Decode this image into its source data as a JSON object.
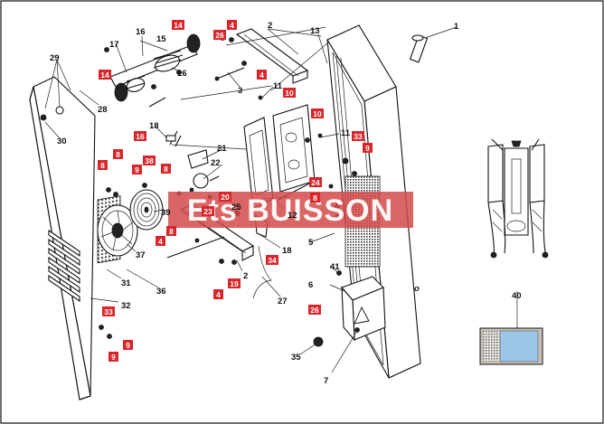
{
  "watermark": {
    "text": "Ets BUISSON",
    "color": "#d44a4a"
  },
  "highlight_color": "#d8262b",
  "labels": [
    {
      "id": "l1",
      "text": "1"
    },
    {
      "id": "l2a",
      "text": "2"
    },
    {
      "id": "l2b",
      "text": "2"
    },
    {
      "id": "l3",
      "text": "3"
    },
    {
      "id": "l5",
      "text": "5"
    },
    {
      "id": "l6",
      "text": "6"
    },
    {
      "id": "l7",
      "text": "7"
    },
    {
      "id": "l11a",
      "text": "11"
    },
    {
      "id": "l11b",
      "text": "11"
    },
    {
      "id": "l12",
      "text": "12"
    },
    {
      "id": "l13",
      "text": "13"
    },
    {
      "id": "l15",
      "text": "15"
    },
    {
      "id": "l16a",
      "text": "16"
    },
    {
      "id": "l16b",
      "text": "16"
    },
    {
      "id": "l17",
      "text": "17"
    },
    {
      "id": "l18a",
      "text": "18"
    },
    {
      "id": "l18b",
      "text": "18"
    },
    {
      "id": "l21",
      "text": "21"
    },
    {
      "id": "l22",
      "text": "22"
    },
    {
      "id": "l25",
      "text": "25"
    },
    {
      "id": "l27",
      "text": "27"
    },
    {
      "id": "l28",
      "text": "28"
    },
    {
      "id": "l29",
      "text": "29"
    },
    {
      "id": "l30",
      "text": "30"
    },
    {
      "id": "l31",
      "text": "31"
    },
    {
      "id": "l32",
      "text": "32"
    },
    {
      "id": "l35",
      "text": "35"
    },
    {
      "id": "l36",
      "text": "36"
    },
    {
      "id": "l37",
      "text": "37"
    },
    {
      "id": "l39",
      "text": "39"
    },
    {
      "id": "l40",
      "text": "40"
    },
    {
      "id": "l41",
      "text": "41"
    }
  ],
  "highlighted_labels": [
    {
      "id": "h4a",
      "text": "4"
    },
    {
      "id": "h26a",
      "text": "26"
    },
    {
      "id": "h4b",
      "text": "4"
    },
    {
      "id": "h14a",
      "text": "14"
    },
    {
      "id": "h14b",
      "text": "14"
    },
    {
      "id": "h10a",
      "text": "10"
    },
    {
      "id": "h10b",
      "text": "10"
    },
    {
      "id": "h33a",
      "text": "33"
    },
    {
      "id": "h9a",
      "text": "9"
    },
    {
      "id": "h16",
      "text": "16"
    },
    {
      "id": "h8a",
      "text": "8"
    },
    {
      "id": "h8b",
      "text": "8"
    },
    {
      "id": "h38",
      "text": "38"
    },
    {
      "id": "h9b",
      "text": "9"
    },
    {
      "id": "h8c",
      "text": "8"
    },
    {
      "id": "h20",
      "text": "20"
    },
    {
      "id": "h23",
      "text": "23"
    },
    {
      "id": "h24",
      "text": "24"
    },
    {
      "id": "h8d",
      "text": "8"
    },
    {
      "id": "h8e",
      "text": "8"
    },
    {
      "id": "h4c",
      "text": "4"
    },
    {
      "id": "h34",
      "text": "34"
    },
    {
      "id": "h19",
      "text": "19"
    },
    {
      "id": "h4d",
      "text": "4"
    },
    {
      "id": "h26b",
      "text": "26"
    },
    {
      "id": "h9c",
      "text": "9"
    },
    {
      "id": "h9d",
      "text": "9"
    },
    {
      "id": "h33b",
      "text": "33"
    }
  ],
  "side_label": "o"
}
